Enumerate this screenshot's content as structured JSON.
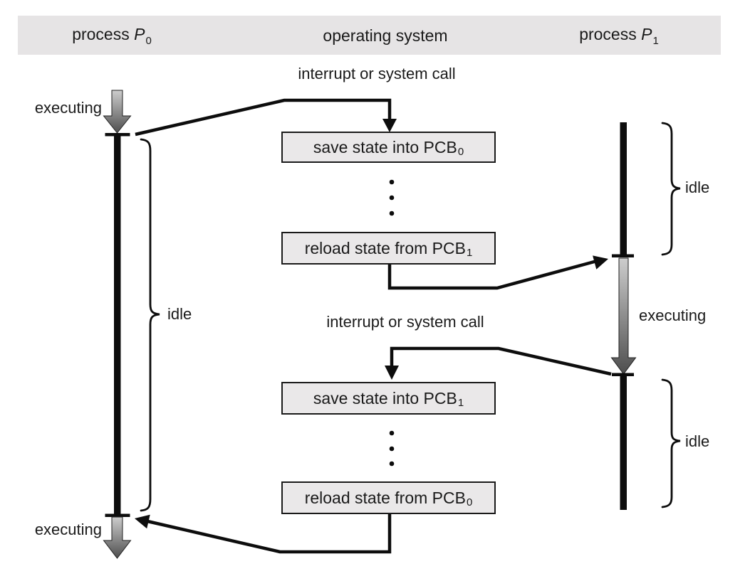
{
  "colors": {
    "header_bg": "#e6e4e5",
    "box_bg": "#eae8e9",
    "box_border": "#1a1a1a",
    "line": "#0d0d0d",
    "text": "#1a1a1a",
    "arrow_gradient_light": "#cdcdcd",
    "arrow_gradient_dark": "#4e4e4e"
  },
  "header": {
    "left_prefix": "process ",
    "left_var": "P",
    "left_sub": "0",
    "center": "operating system",
    "right_prefix": "process ",
    "right_var": "P",
    "right_sub": "1"
  },
  "os_column": {
    "interrupt_label_top": "interrupt or system call",
    "interrupt_label_bottom": "interrupt or system call",
    "boxes": [
      {
        "text": "save state into PCB",
        "sub": "0"
      },
      {
        "text": "reload state from PCB",
        "sub": "1"
      },
      {
        "text": "save state into PCB",
        "sub": "1"
      },
      {
        "text": "reload state from PCB",
        "sub": "0"
      }
    ],
    "ellipsis": "..."
  },
  "p0_column": {
    "executing_top": "executing",
    "idle": "idle",
    "executing_bottom": "executing"
  },
  "p1_column": {
    "idle_top": "idle",
    "executing": "executing",
    "idle_bottom": "idle"
  }
}
